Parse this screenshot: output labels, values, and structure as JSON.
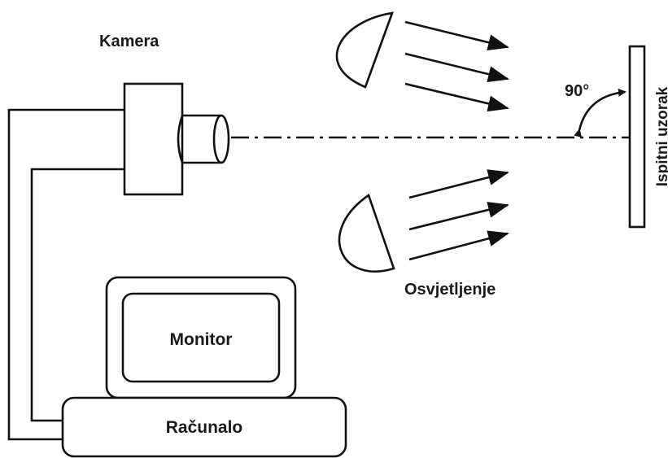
{
  "labels": {
    "camera": "Kamera",
    "lighting": "Osvjetljenje",
    "monitor": "Monitor",
    "computer": "Računalo",
    "specimen": "Ispitni uzorak",
    "angle": "90°"
  }
}
